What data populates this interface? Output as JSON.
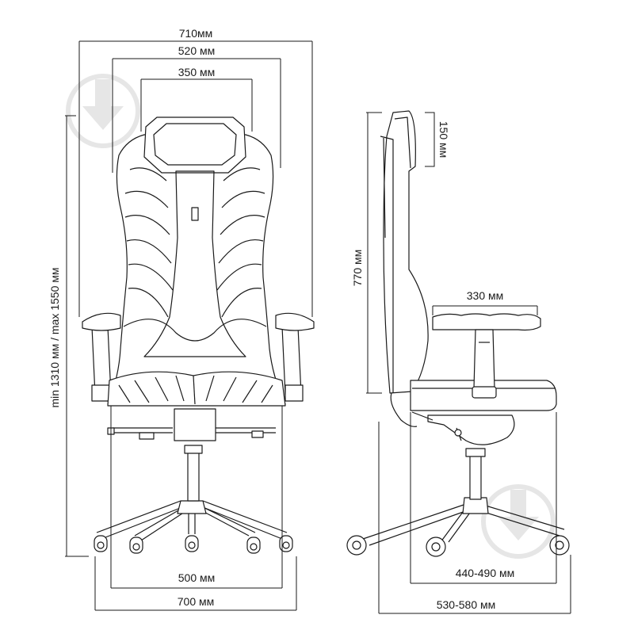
{
  "dimensions": {
    "front_total_width": "710мм",
    "front_back_width": "520 мм",
    "front_headrest_width": "350 мм",
    "front_height_range": "min 1310 мм / max 1550 мм",
    "front_seat_width": "500 мм",
    "front_base_width": "700 мм",
    "side_headrest_height": "150 мм",
    "side_back_height": "770 мм",
    "side_seat_depth": "330 мм",
    "side_seat_range": "440-490 мм",
    "side_total_depth": "530-580 мм"
  },
  "colors": {
    "line": "#1a1a1a",
    "watermark": "#e6e6e6"
  },
  "icons": [
    "download-watermark-icon",
    "download-watermark-icon"
  ]
}
